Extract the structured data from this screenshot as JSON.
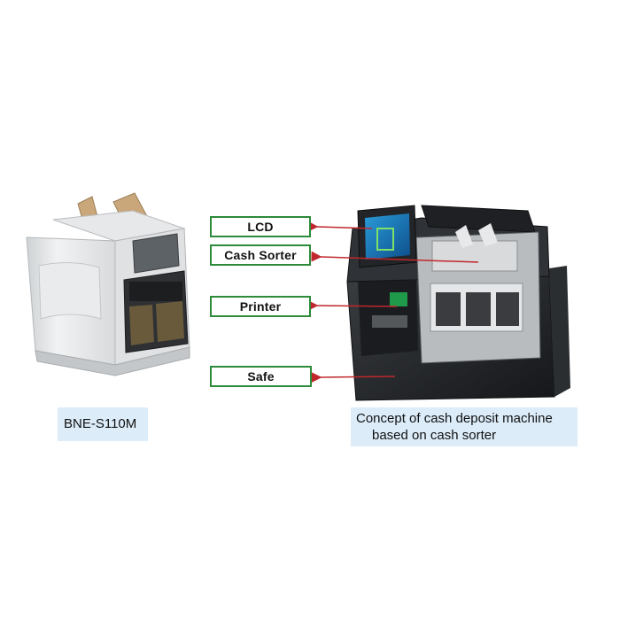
{
  "labels": {
    "lcd": "LCD",
    "cash_sorter": "Cash Sorter",
    "printer": "Printer",
    "safe": "Safe"
  },
  "captions": {
    "left_model": "BNE-S110M",
    "right_line1": "Concept of cash deposit machine",
    "right_line2": "based on cash sorter"
  },
  "colors": {
    "label_border": "#2e8b3a",
    "arrow": "#c0282d",
    "caption_bg": "#dcecf9"
  }
}
